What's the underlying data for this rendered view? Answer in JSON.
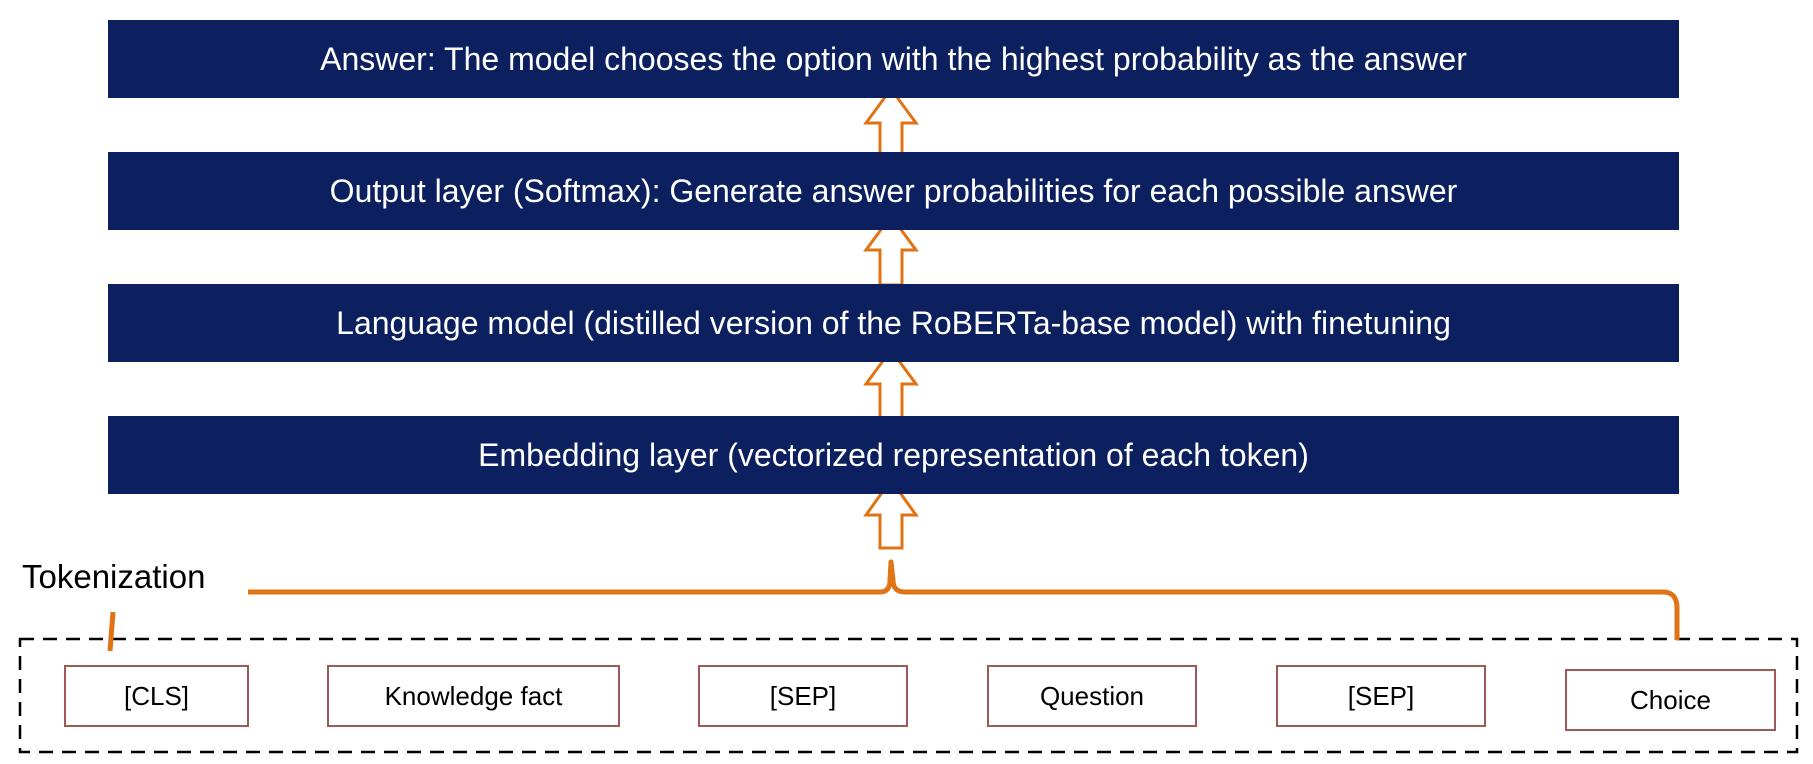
{
  "layers": {
    "answer": "Answer: The model chooses the option with the highest probability as the answer",
    "output": "Output layer (Softmax): Generate answer probabilities for each possible answer",
    "language_model": "Language model (distilled version of the RoBERTa-base model) with finetuning",
    "embedding": "Embedding layer (vectorized representation of each token)"
  },
  "tokenization_label": "Tokenization",
  "tokens": [
    "[CLS]",
    "Knowledge fact",
    "[SEP]",
    "Question",
    "[SEP]",
    "Choice"
  ],
  "colors": {
    "layer_fill": "#0c1f5f",
    "arrow_stroke": "#e07314",
    "token_border": "#9b5a55"
  }
}
